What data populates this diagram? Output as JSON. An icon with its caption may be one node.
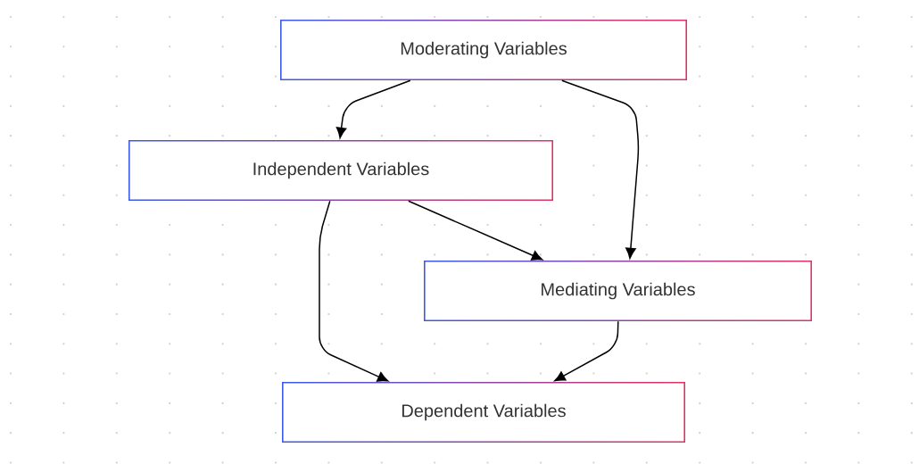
{
  "diagram": {
    "nodes": [
      {
        "text": [
          "Moderating Variables"
        ]
      },
      {
        "text": [
          "Independent Variables"
        ]
      },
      {
        "text": [
          "Mediating Variables"
        ]
      },
      {
        "text": [
          "Dependent Variables"
        ]
      }
    ],
    "edges": [
      {
        "from": 0,
        "to": 1,
        "arrow": "to"
      },
      {
        "from": 0,
        "to": 2,
        "arrow": "to"
      },
      {
        "from": 1,
        "to": 2,
        "arrow": "to"
      },
      {
        "from": 1,
        "to": 3,
        "arrow": "to"
      },
      {
        "from": 2,
        "to": 3,
        "arrow": "to"
      }
    ]
  }
}
